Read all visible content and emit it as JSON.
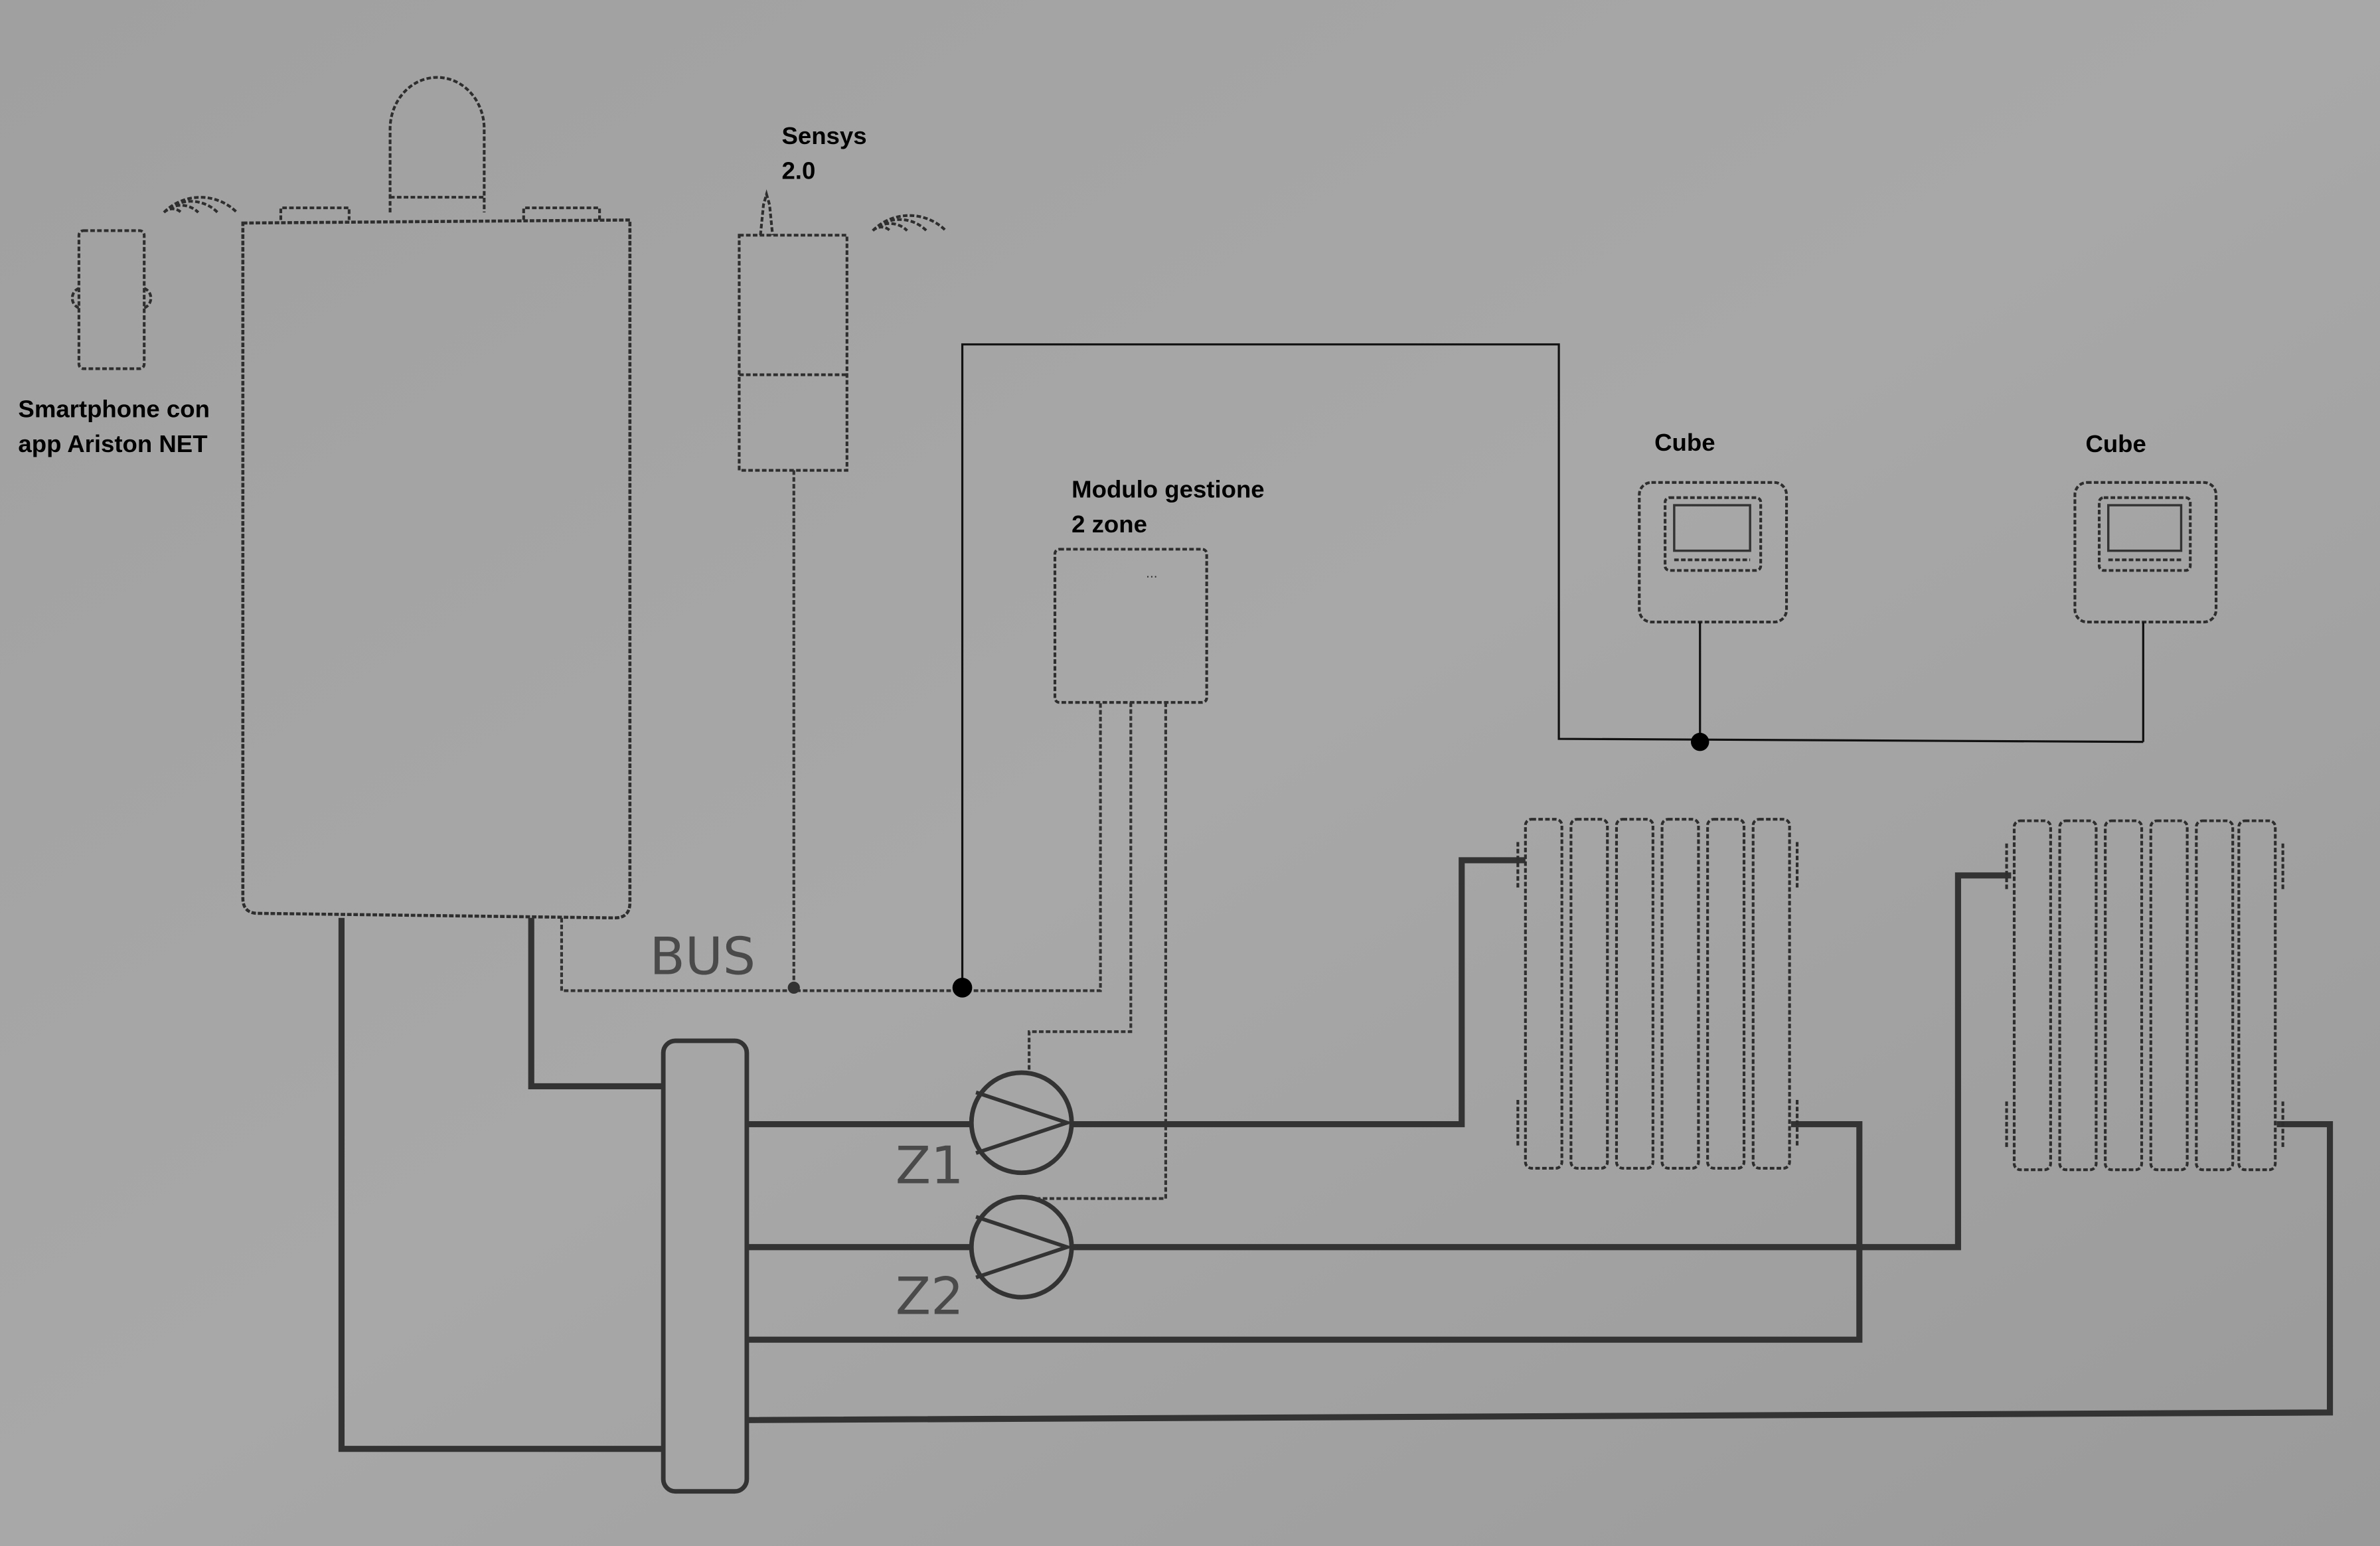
{
  "labels": {
    "smartphone_line1": "Smartphone con",
    "smartphone_line2": "app Ariston NET",
    "sensys_line1": "Sensys",
    "sensys_line2": "2.0",
    "module_line1": "Modulo gestione",
    "module_line2": "2 zone",
    "cube_1": "Cube",
    "cube_2": "Cube",
    "bus": "BUS",
    "zone_1": "Z1",
    "zone_2": "Z2"
  },
  "colors": {
    "background": "#a3a3a3",
    "line": "#333333"
  }
}
